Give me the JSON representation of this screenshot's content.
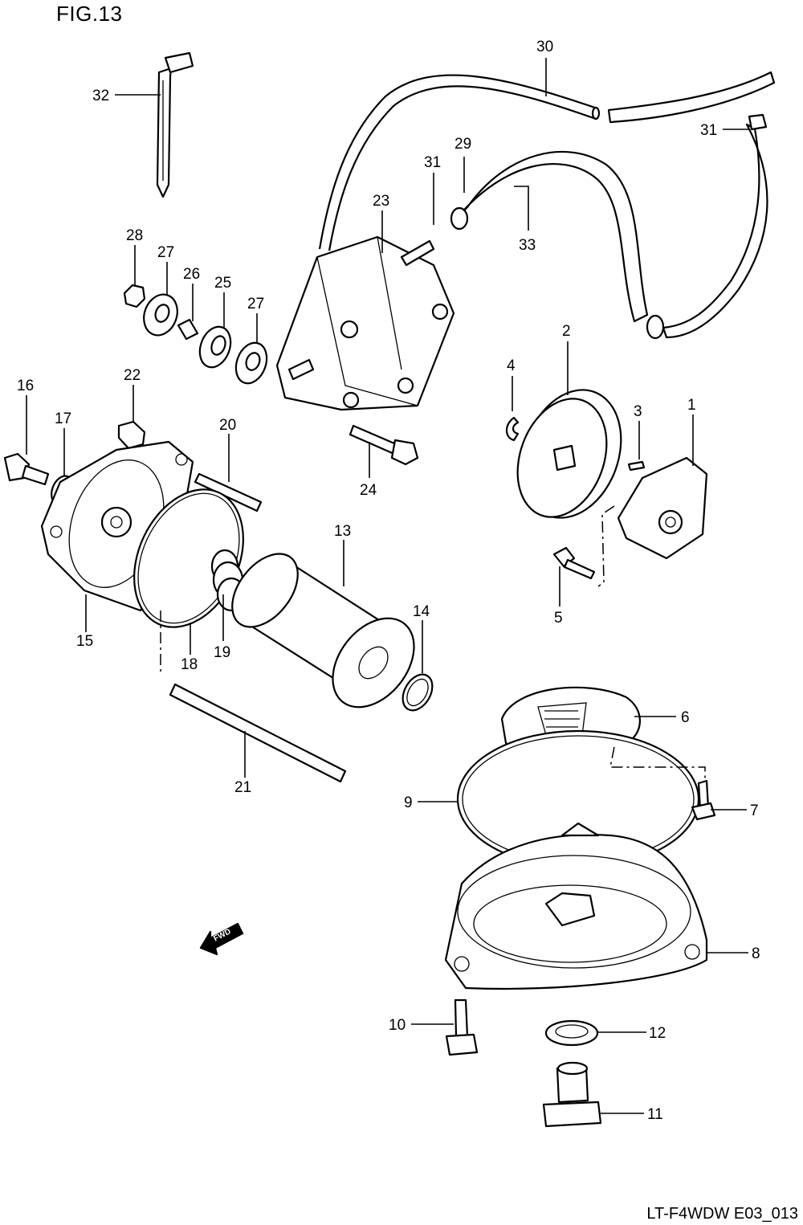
{
  "figure": {
    "title": "FIG.13",
    "code": "LT-F4WDW E03_013"
  },
  "fwd_mark": "FWD",
  "callouts": [
    {
      "id": "c30",
      "text": "30"
    },
    {
      "id": "c32",
      "text": "32"
    },
    {
      "id": "c31a",
      "text": "31"
    },
    {
      "id": "c31b",
      "text": "31"
    },
    {
      "id": "c29",
      "text": "29"
    },
    {
      "id": "c23",
      "text": "23"
    },
    {
      "id": "c33",
      "text": "33"
    },
    {
      "id": "c28",
      "text": "28"
    },
    {
      "id": "c27a",
      "text": "27"
    },
    {
      "id": "c26",
      "text": "26"
    },
    {
      "id": "c25",
      "text": "25"
    },
    {
      "id": "c27b",
      "text": "27"
    },
    {
      "id": "c2",
      "text": "2"
    },
    {
      "id": "c4",
      "text": "4"
    },
    {
      "id": "c3",
      "text": "3"
    },
    {
      "id": "c1",
      "text": "1"
    },
    {
      "id": "c22",
      "text": "22"
    },
    {
      "id": "c16",
      "text": "16"
    },
    {
      "id": "c17",
      "text": "17"
    },
    {
      "id": "c20",
      "text": "20"
    },
    {
      "id": "c24",
      "text": "24"
    },
    {
      "id": "c13",
      "text": "13"
    },
    {
      "id": "c5",
      "text": "5"
    },
    {
      "id": "c14",
      "text": "14"
    },
    {
      "id": "c15",
      "text": "15"
    },
    {
      "id": "c19",
      "text": "19"
    },
    {
      "id": "c18",
      "text": "18"
    },
    {
      "id": "c6",
      "text": "6"
    },
    {
      "id": "c21",
      "text": "21"
    },
    {
      "id": "c9",
      "text": "9"
    },
    {
      "id": "c7",
      "text": "7"
    },
    {
      "id": "c8",
      "text": "8"
    },
    {
      "id": "c10",
      "text": "10"
    },
    {
      "id": "c12",
      "text": "12"
    },
    {
      "id": "c11",
      "text": "11"
    }
  ]
}
